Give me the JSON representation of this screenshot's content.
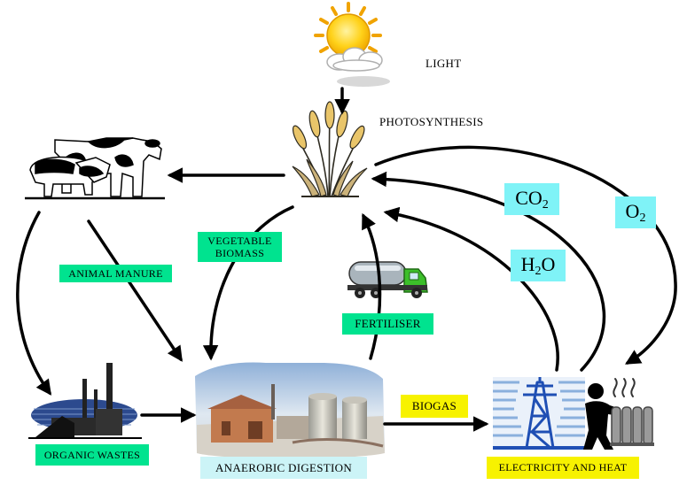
{
  "labels": {
    "light": "LIGHT",
    "photosynthesis": "PHOTOSYNTHESIS",
    "vegetable_biomass_line1": "VEGETABLE",
    "vegetable_biomass_line2": "BIOMASS",
    "animal_manure": "ANIMAL MANURE",
    "fertiliser": "FERTILISER",
    "biogas": "BIOGAS",
    "organic_wastes": "ORGANIC WASTES",
    "anaerobic_digestion": "ANAEROBIC DIGESTION",
    "electricity_and_heat": "ELECTRICITY AND HEAT",
    "co2_base": "CO",
    "co2_sub": "2",
    "h2o_base": "H",
    "h2o_sub": "2",
    "h2o_tail": "O",
    "o2_base": "O",
    "o2_sub": "2"
  },
  "colors": {
    "green_tag": "#00e38f",
    "cyan_tag": "#7ff3f7",
    "yellow_tag": "#f7f200",
    "light_cyan_tag": "#ccf4f7",
    "arrow": "#000000",
    "sun": "#ffd21a",
    "sun_rays": "#f6a700",
    "truck_green": "#3cbf2a",
    "tower_blue": "#1f4fb4"
  },
  "icons": {
    "sun": "sun-with-cloud-icon",
    "plant": "wheat-plant-icon",
    "animals": "farm-animals-icon",
    "truck": "tanker-truck-icon",
    "factory": "factory-icon",
    "digester": "biogas-plant-photo",
    "pylon": "power-pylon-icon",
    "heater": "person-radiator-icon"
  }
}
